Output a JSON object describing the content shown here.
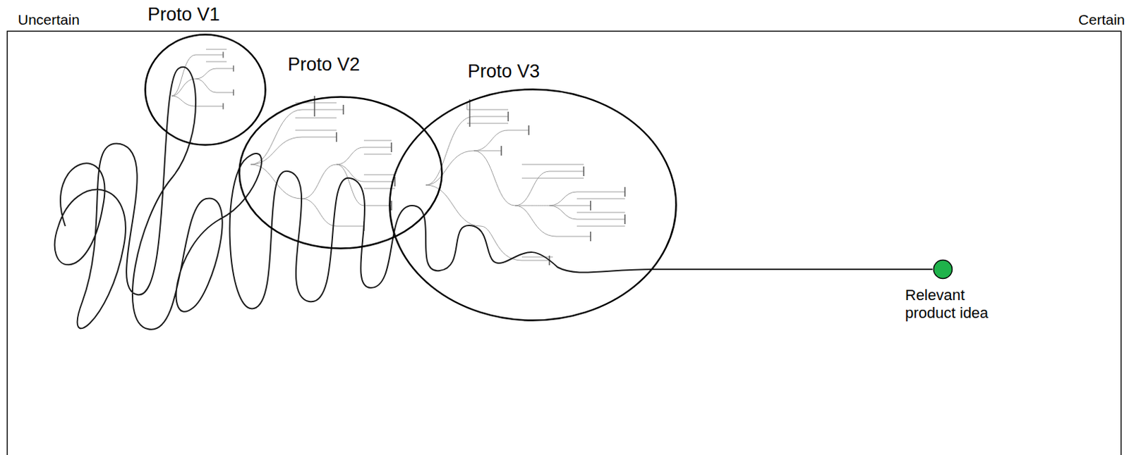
{
  "diagram": {
    "nodes": [
      {
        "text": [
          "Proto V1"
        ]
      },
      {
        "text": [
          "Proto V2"
        ]
      },
      {
        "text": [
          "Proto V3"
        ]
      },
      {
        "text": [
          "Relevant product idea"
        ]
      }
    ],
    "edges": [
      {
        "from": 2,
        "to": 3,
        "arrow": "none"
      }
    ],
    "labels": [
      "Uncertain",
      "Certain"
    ]
  }
}
